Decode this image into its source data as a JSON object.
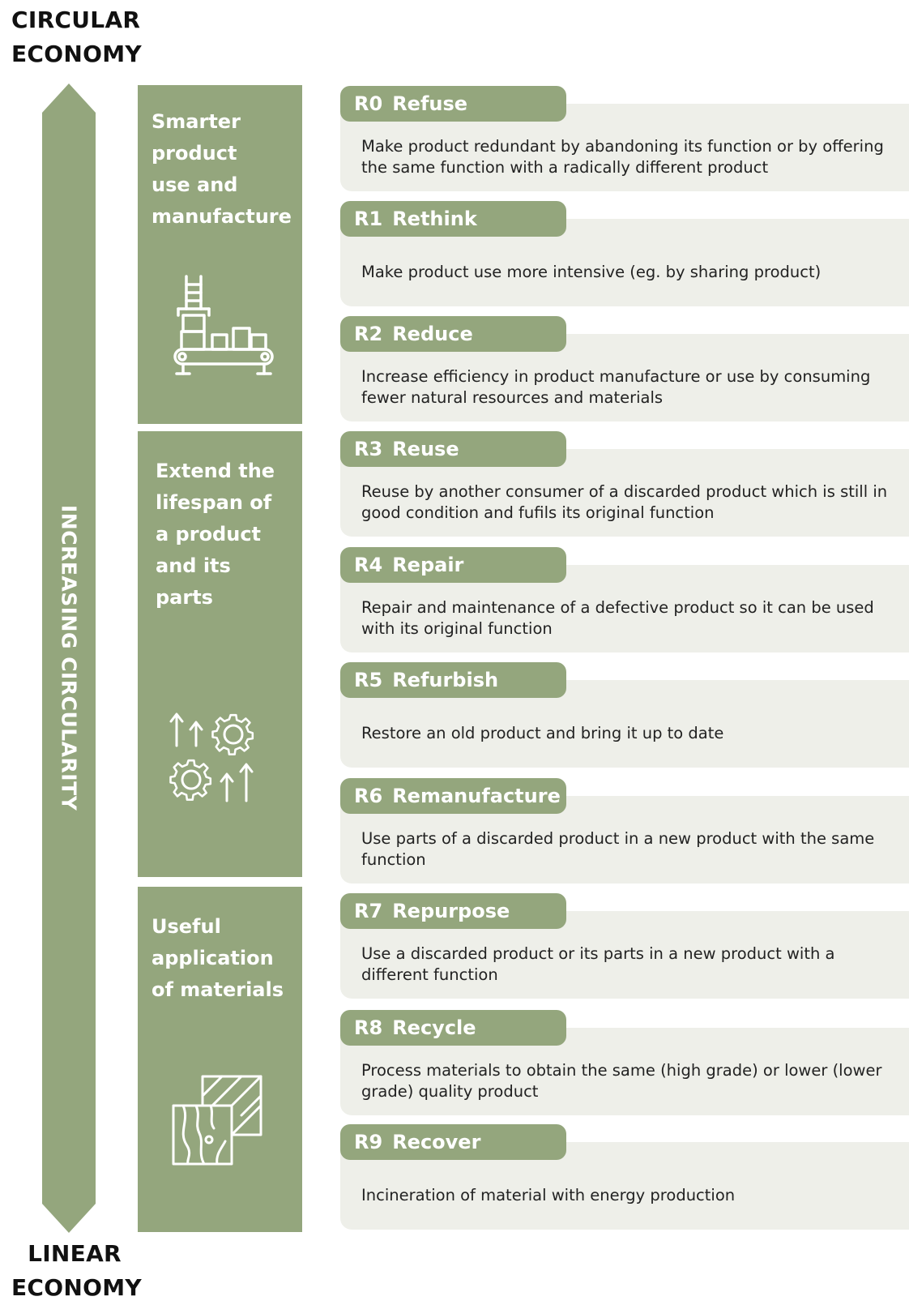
{
  "top_label": [
    "CIRCULAR",
    "ECONOMY"
  ],
  "bottom_label": [
    "LINEAR",
    "ECONOMY"
  ],
  "arrow_label": "INCREASING CIRCULARITY",
  "colors": {
    "green": "#94a67d",
    "box_bg": "#eeefe9",
    "white": "#ffffff"
  },
  "categories": [
    {
      "title": "Smarter\nproduct\nuse and\nmanufacture",
      "icon": "factory-conveyor-icon"
    },
    {
      "title": "Extend the\nlifespan of\na product\nand its parts",
      "icon": "gears-arrows-icon"
    },
    {
      "title": "Useful\napplication\nof materials",
      "icon": "material-samples-icon"
    }
  ],
  "strategies": [
    {
      "code": "R0",
      "name": "Refuse",
      "desc": "Make product redundant by abandoning its function or by offering the same function with a radically different product"
    },
    {
      "code": "R1",
      "name": "Rethink",
      "desc": "Make product use more intensive (eg. by sharing product)"
    },
    {
      "code": "R2",
      "name": "Reduce",
      "desc": "Increase efficiency in product manufacture or use by consuming fewer natural resources and materials"
    },
    {
      "code": "R3",
      "name": "Reuse",
      "desc": "Reuse by another consumer of a discarded product which is still in good condition and fufils its original function"
    },
    {
      "code": "R4",
      "name": "Repair",
      "desc": "Repair and maintenance of a defective product so it can be used with its original function"
    },
    {
      "code": "R5",
      "name": "Refurbish",
      "desc": "Restore an old product and bring it up to date"
    },
    {
      "code": "R6",
      "name": "Remanufacture",
      "desc": "Use parts of a discarded product in a new product with the same function"
    },
    {
      "code": "R7",
      "name": "Repurpose",
      "desc": "Use a discarded product or its parts in a new product with a different function"
    },
    {
      "code": "R8",
      "name": "Recycle",
      "desc": "Process materials to obtain the same (high grade) or lower (lower grade) quality product"
    },
    {
      "code": "R9",
      "name": "Recover",
      "desc": "Incineration of material with energy production"
    }
  ]
}
